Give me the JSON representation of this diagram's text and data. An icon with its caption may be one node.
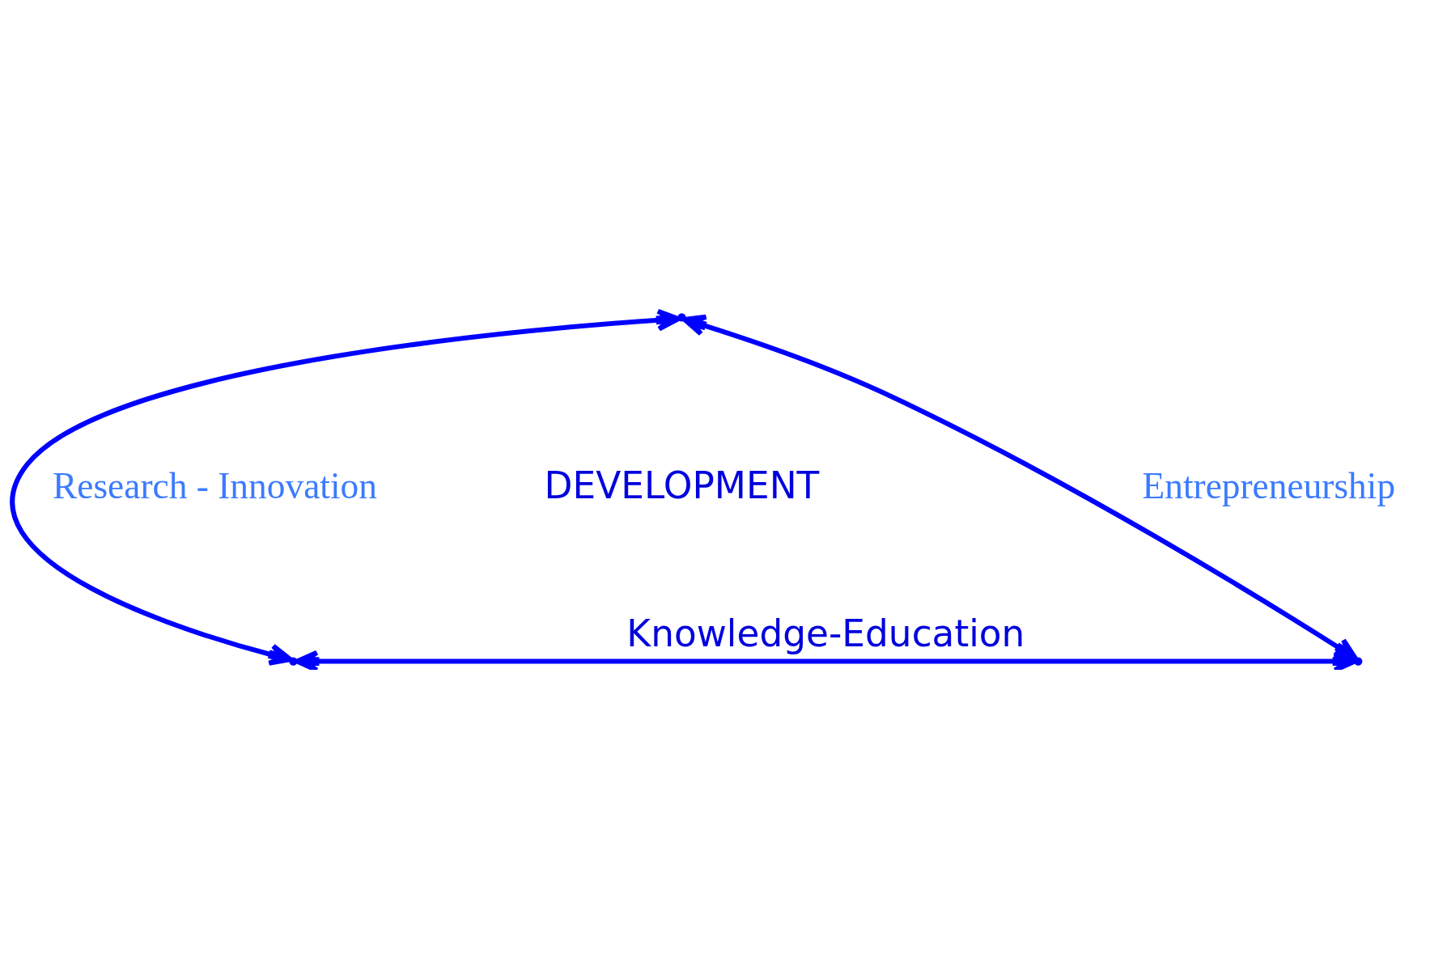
{
  "diagram": {
    "nodes": [
      {
        "text": [],
        "shape": "point"
      },
      {
        "text": [],
        "shape": "point"
      },
      {
        "text": [],
        "shape": "point"
      }
    ],
    "edges": [
      {
        "from": 0,
        "to": 1,
        "arrow": "both",
        "label": "Research - Innovation"
      },
      {
        "from": 0,
        "to": 2,
        "arrow": "both",
        "label": "Entrepreneurship"
      },
      {
        "from": 1,
        "to": 2,
        "arrow": "both",
        "label": "Knowledge-Education"
      }
    ],
    "labels": [
      "DEVELOPMENT"
    ]
  }
}
